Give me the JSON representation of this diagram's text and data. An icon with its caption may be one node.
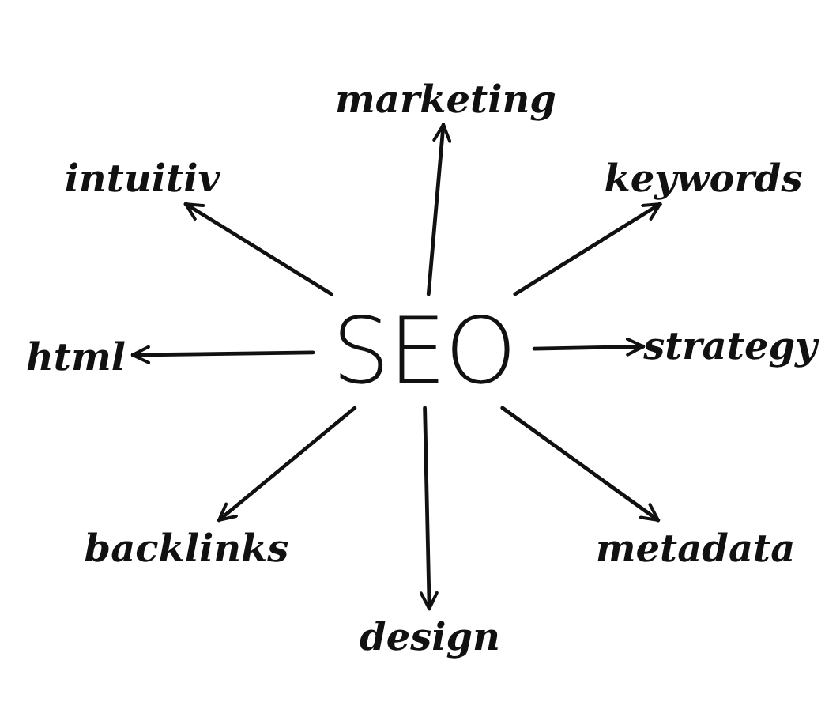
{
  "diagram": {
    "nodes": [
      {
        "text": [
          "marketing"
        ]
      },
      {
        "text": [
          "intuitiv"
        ]
      },
      {
        "text": [
          "keywords"
        ]
      },
      {
        "text": [
          "html"
        ]
      },
      {
        "text": [
          "SEO"
        ]
      },
      {
        "text": [
          "strategy"
        ]
      },
      {
        "text": [
          "backlinks"
        ]
      },
      {
        "text": [
          "metadata"
        ]
      },
      {
        "text": [
          "design"
        ]
      }
    ],
    "edges": [
      {
        "from": 4,
        "to": 0,
        "arrow": "to"
      },
      {
        "from": 4,
        "to": 1,
        "arrow": "to"
      },
      {
        "from": 4,
        "to": 2,
        "arrow": "to"
      },
      {
        "from": 4,
        "to": 3,
        "arrow": "to"
      },
      {
        "from": 4,
        "to": 5,
        "arrow": "to"
      },
      {
        "from": 4,
        "to": 6,
        "arrow": "to"
      },
      {
        "from": 4,
        "to": 7,
        "arrow": "to"
      },
      {
        "from": 4,
        "to": 8,
        "arrow": "to"
      }
    ]
  }
}
